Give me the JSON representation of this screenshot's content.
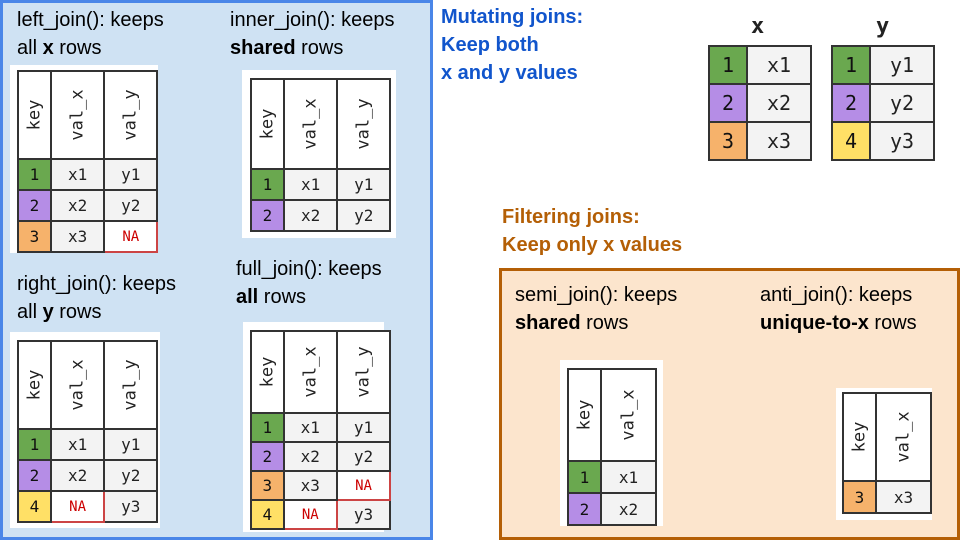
{
  "mutating": {
    "heading": [
      "Mutating joins:",
      "Keep both",
      "x and y values"
    ],
    "left_join": {
      "line1": "left_join(): keeps",
      "line2_pre": "all ",
      "line2_bold": "x",
      "line2_post": " rows"
    },
    "inner_join": {
      "line1": "inner_join(): keeps",
      "line2_bold": "shared",
      "line2_post": " rows"
    },
    "right_join": {
      "line1": "right_join(): keeps",
      "line2_pre": "all ",
      "line2_bold": "y",
      "line2_post": " rows"
    },
    "full_join": {
      "line1": "full_join(): keeps",
      "line2_bold": "all",
      "line2_post": " rows"
    }
  },
  "filtering": {
    "heading": [
      "Filtering joins:",
      "Keep only x values"
    ],
    "semi_join": {
      "line1": "semi_join(): keeps",
      "line2_bold": "shared",
      "line2_post": " rows"
    },
    "anti_join": {
      "line1": "anti_join(): keeps",
      "line2_bold": "unique-to-x",
      "line2_post": " rows"
    }
  },
  "headers": {
    "key": "key",
    "val_x": "val_x",
    "val_y": "val_y"
  },
  "source": {
    "x": {
      "title": "x",
      "rows": [
        [
          "1",
          "x1"
        ],
        [
          "2",
          "x2"
        ],
        [
          "3",
          "x3"
        ]
      ]
    },
    "y": {
      "title": "y",
      "rows": [
        [
          "1",
          "y1"
        ],
        [
          "2",
          "y2"
        ],
        [
          "4",
          "y3"
        ]
      ]
    }
  },
  "tables": {
    "left": [
      [
        "1",
        "x1",
        "y1"
      ],
      [
        "2",
        "x2",
        "y2"
      ],
      [
        "3",
        "x3",
        "NA"
      ]
    ],
    "inner": [
      [
        "1",
        "x1",
        "y1"
      ],
      [
        "2",
        "x2",
        "y2"
      ]
    ],
    "right": [
      [
        "1",
        "x1",
        "y1"
      ],
      [
        "2",
        "x2",
        "y2"
      ],
      [
        "4",
        "NA",
        "y3"
      ]
    ],
    "full": [
      [
        "1",
        "x1",
        "y1"
      ],
      [
        "2",
        "x2",
        "y2"
      ],
      [
        "3",
        "x3",
        "NA"
      ],
      [
        "4",
        "NA",
        "y3"
      ]
    ],
    "semi": [
      [
        "1",
        "x1"
      ],
      [
        "2",
        "x2"
      ]
    ],
    "anti": [
      [
        "3",
        "x3"
      ]
    ]
  },
  "colors": {
    "key1": "#6aa84f",
    "key2": "#b58de6",
    "key3": "#f6b26b",
    "key4": "#ffe066",
    "na_text": "#cc0000",
    "mutating_bg": "#cfe2f3",
    "mutating_border": "#4a86e8",
    "filtering_bg": "#fce5cd",
    "filtering_border": "#b45f06"
  }
}
